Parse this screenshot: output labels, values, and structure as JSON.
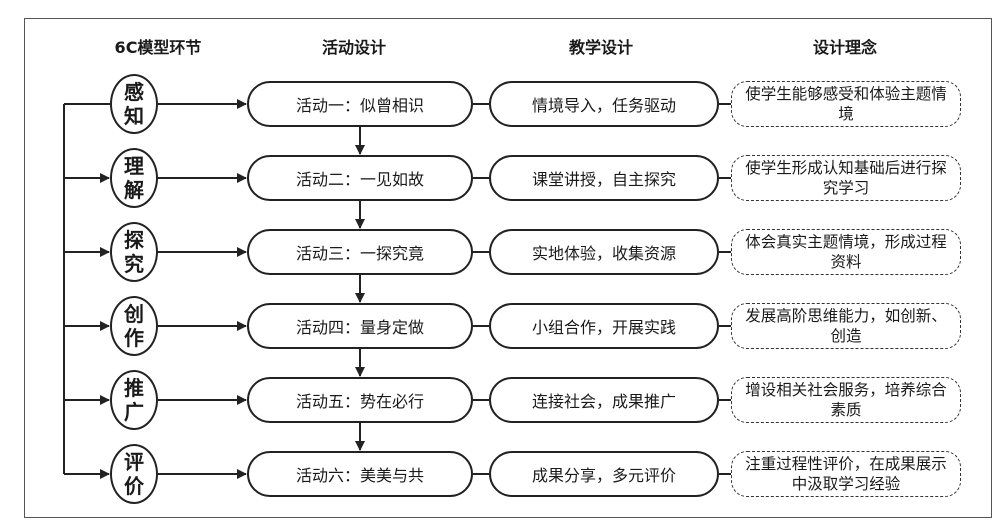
{
  "headers": {
    "col1": "6C模型环节",
    "col2": "活动设计",
    "col3": "教学设计",
    "col4": "设计理念"
  },
  "rows": [
    {
      "stage_top": "感",
      "stage_bottom": "知",
      "activity": "活动一：似曾相识",
      "teaching": "情境导入，任务驱动",
      "concept": "使学生能够感受和体验主题情境"
    },
    {
      "stage_top": "理",
      "stage_bottom": "解",
      "activity": "活动二：一见如故",
      "teaching": "课堂讲授，自主探究",
      "concept": "使学生形成认知基础后进行探究学习"
    },
    {
      "stage_top": "探",
      "stage_bottom": "究",
      "activity": "活动三：一探究竟",
      "teaching": "实地体验，收集资源",
      "concept": "体会真实主题情境，形成过程资料"
    },
    {
      "stage_top": "创",
      "stage_bottom": "作",
      "activity": "活动四：量身定做",
      "teaching": "小组合作，开展实践",
      "concept": "发展高阶思维能力，如创新、创造"
    },
    {
      "stage_top": "推",
      "stage_bottom": "广",
      "activity": "活动五：势在必行",
      "teaching": "连接社会，成果推广",
      "concept": "增设相关社会服务，培养综合素质"
    },
    {
      "stage_top": "评",
      "stage_bottom": "价",
      "activity": "活动六：美美与共",
      "teaching": "成果分享，多元评价",
      "concept": "注重过程性评价，在成果展示中汲取学习经验"
    }
  ]
}
